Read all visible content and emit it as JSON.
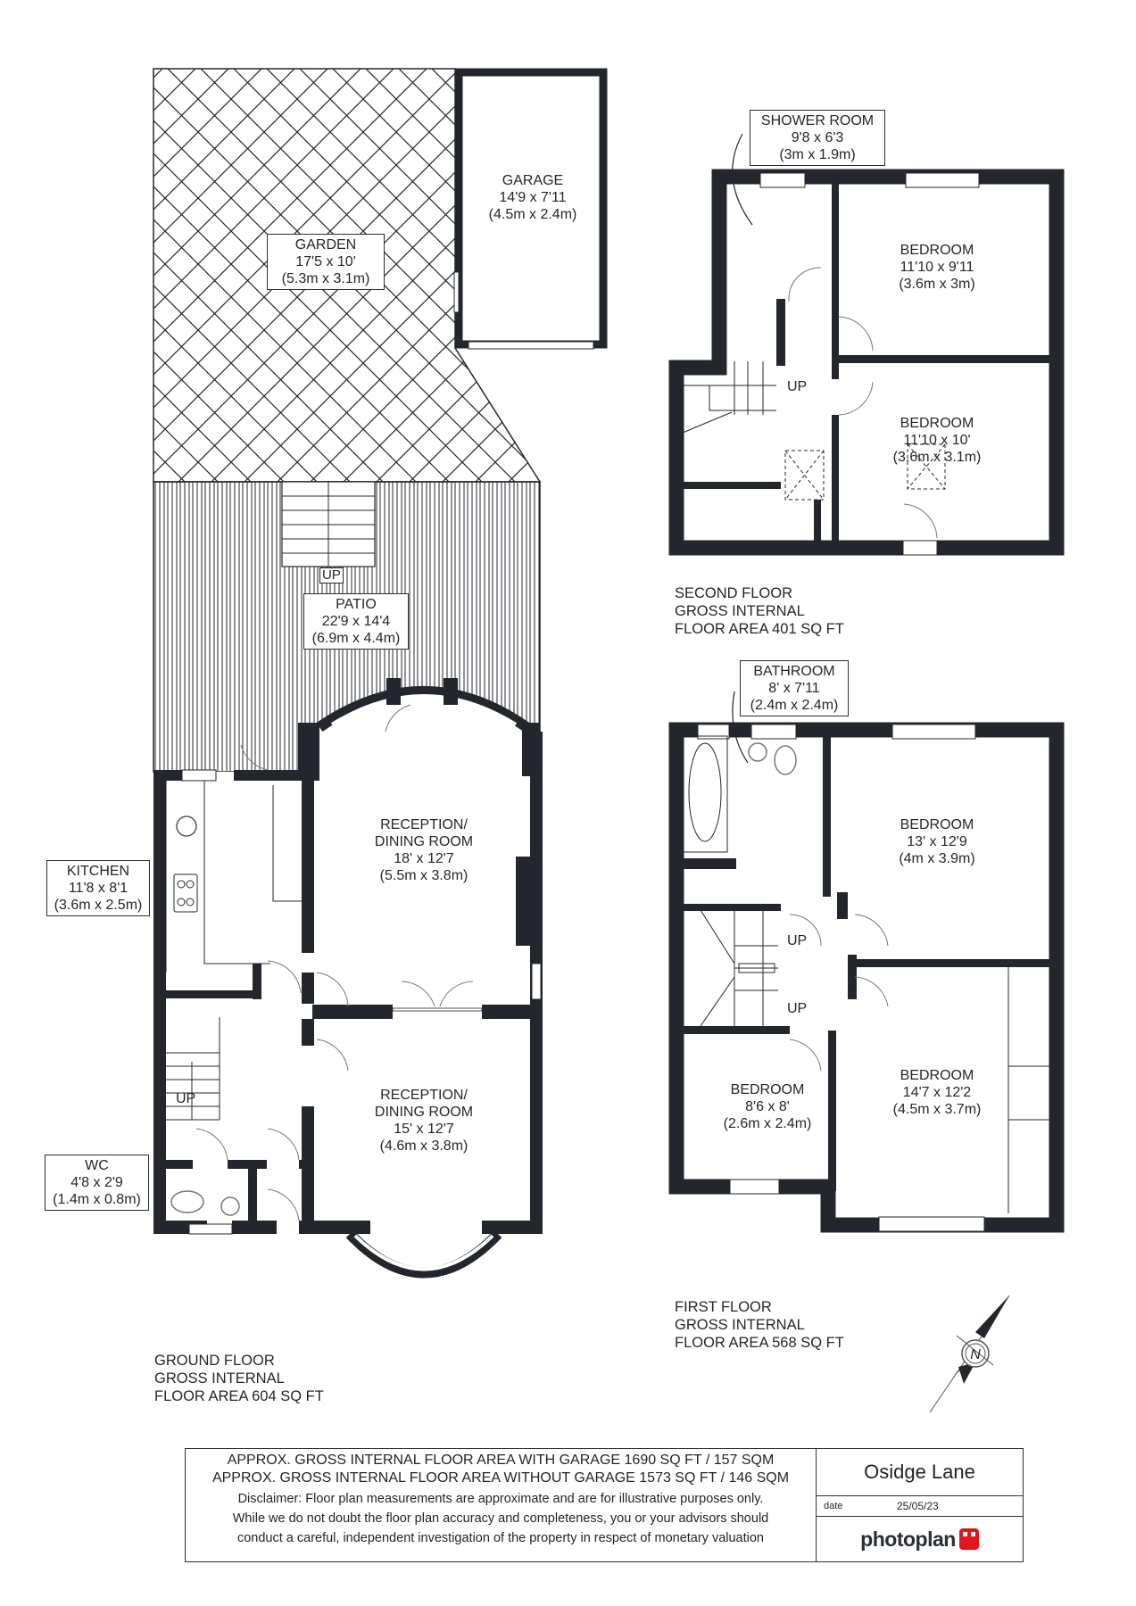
{
  "property": {
    "address": "Osidge Lane",
    "date_label": "date",
    "date": "25/05/23",
    "brand": "photoplan"
  },
  "summary": {
    "area_with_garage": "APPROX. GROSS INTERNAL FLOOR AREA WITH GARAGE 1690 SQ FT / 157 SQM",
    "area_without_garage": "APPROX. GROSS INTERNAL FLOOR AREA WITHOUT GARAGE 1573 SQ FT / 146 SQM",
    "disclaimer_lines": [
      "Disclaimer: Floor plan measurements are approximate and are for illustrative purposes only.",
      "While we do not doubt the floor plan accuracy and completeness, you or your advisors should",
      "conduct a careful, independent investigation of the property in respect of monetary valuation"
    ]
  },
  "ground_floor": {
    "caption": [
      "GROUND FLOOR",
      "GROSS INTERNAL",
      "FLOOR AREA 604 SQ FT"
    ],
    "rooms": {
      "garden": {
        "name": "GARDEN",
        "imperial": "17'5 x 10'",
        "metric": "(5.3m x 3.1m)"
      },
      "garage": {
        "name": "GARAGE",
        "imperial": "14'9 x 7'11",
        "metric": "(4.5m x 2.4m)"
      },
      "patio": {
        "name": "PATIO",
        "imperial": "22'9 x 14'4",
        "metric": "(6.9m x 4.4m)"
      },
      "reception_1": {
        "name": "RECEPTION/",
        "name2": "DINING ROOM",
        "imperial": "18' x 12'7",
        "metric": "(5.5m x 3.8m)"
      },
      "reception_2": {
        "name": "RECEPTION/",
        "name2": "DINING ROOM",
        "imperial": "15' x 12'7",
        "metric": "(4.6m x 3.8m)"
      },
      "kitchen": {
        "name": "KITCHEN",
        "imperial": "11'8 x 8'1",
        "metric": "(3.6m x 2.5m)"
      },
      "wc": {
        "name": "WC",
        "imperial": "4'8 x 2'9",
        "metric": "(1.4m x 0.8m)"
      }
    },
    "stairs_label": "UP",
    "patio_steps_label": "UP"
  },
  "first_floor": {
    "caption": [
      "FIRST FLOOR",
      "GROSS INTERNAL",
      "FLOOR AREA 568 SQ FT"
    ],
    "rooms": {
      "bathroom": {
        "name": "BATHROOM",
        "imperial": "8' x 7'11",
        "metric": "(2.4m x 2.4m)"
      },
      "bedroom_1": {
        "name": "BEDROOM",
        "imperial": "13' x 12'9",
        "metric": "(4m x 3.9m)"
      },
      "bedroom_2": {
        "name": "BEDROOM",
        "imperial": "14'7 x 12'2",
        "metric": "(4.5m x 3.7m)"
      },
      "bedroom_3": {
        "name": "BEDROOM",
        "imperial": "8'6 x 8'",
        "metric": "(2.6m x 2.4m)"
      }
    },
    "stairs_labels": [
      "UP",
      "UP"
    ]
  },
  "second_floor": {
    "caption": [
      "SECOND FLOOR",
      "GROSS INTERNAL",
      "FLOOR AREA 401 SQ FT"
    ],
    "rooms": {
      "shower_room": {
        "name": "SHOWER ROOM",
        "imperial": "9'8 x 6'3",
        "metric": "(3m x 1.9m)"
      },
      "bedroom_1": {
        "name": "BEDROOM",
        "imperial": "11'10 x 9'11",
        "metric": "(3.6m x 3m)"
      },
      "bedroom_2": {
        "name": "BEDROOM",
        "imperial": "11'10 x 10'",
        "metric": "(3.6m x 3.1m)"
      }
    },
    "stairs_label": "UP"
  },
  "compass": {
    "label": "N",
    "icon": "north-arrow-icon"
  },
  "colors": {
    "wall": "#23272d",
    "brand_red": "#e3151c"
  }
}
